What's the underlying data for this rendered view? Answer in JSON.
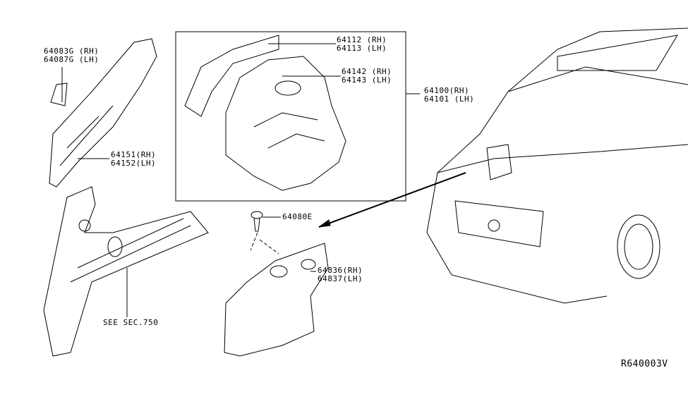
{
  "labels": {
    "p64083": [
      "64083G (RH)",
      "64087G (LH)"
    ],
    "p64112": [
      "64112 (RH)",
      "64113 (LH)"
    ],
    "p64142": [
      "64142 (RH)",
      "64143 (LH)"
    ],
    "p64100": [
      "64100(RH)",
      "64101 (LH)"
    ],
    "p64151": [
      "64151(RH)",
      "64152(LH)"
    ],
    "p64080": "64080E",
    "p64836": [
      "64836(RH)",
      "64837(LH)"
    ],
    "see_sec": "SEE SEC.750",
    "diagram_code": "R640003V"
  }
}
